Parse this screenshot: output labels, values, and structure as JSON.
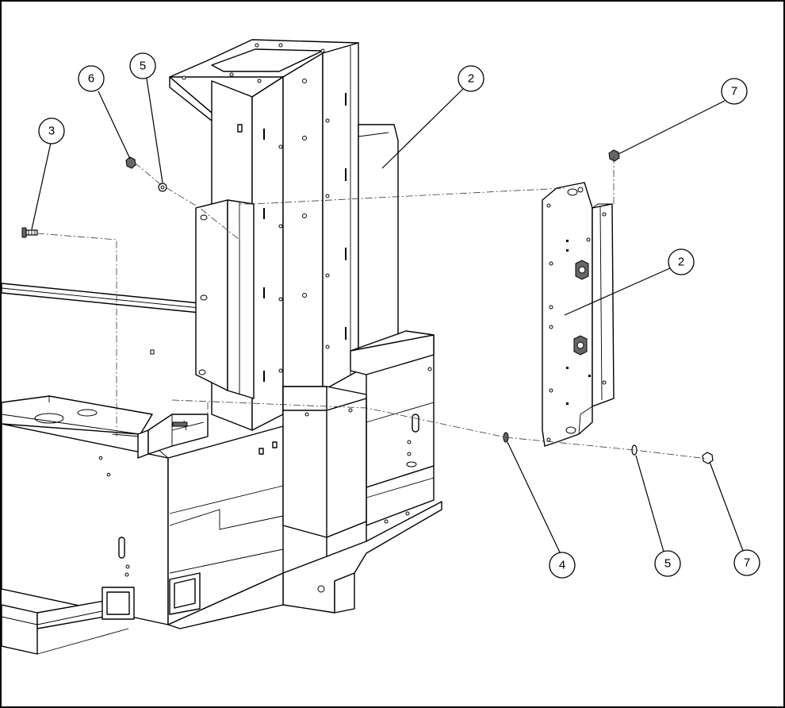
{
  "callouts": [
    {
      "id": "c6",
      "label": "6"
    },
    {
      "id": "c5a",
      "label": "5"
    },
    {
      "id": "c3",
      "label": "3"
    },
    {
      "id": "c2a",
      "label": "2"
    },
    {
      "id": "c7a",
      "label": "7"
    },
    {
      "id": "c2b",
      "label": "2"
    },
    {
      "id": "c4",
      "label": "4"
    },
    {
      "id": "c5b",
      "label": "5"
    },
    {
      "id": "c7b",
      "label": "7"
    }
  ],
  "colors": {
    "line": "#000000",
    "background": "#ffffff"
  }
}
